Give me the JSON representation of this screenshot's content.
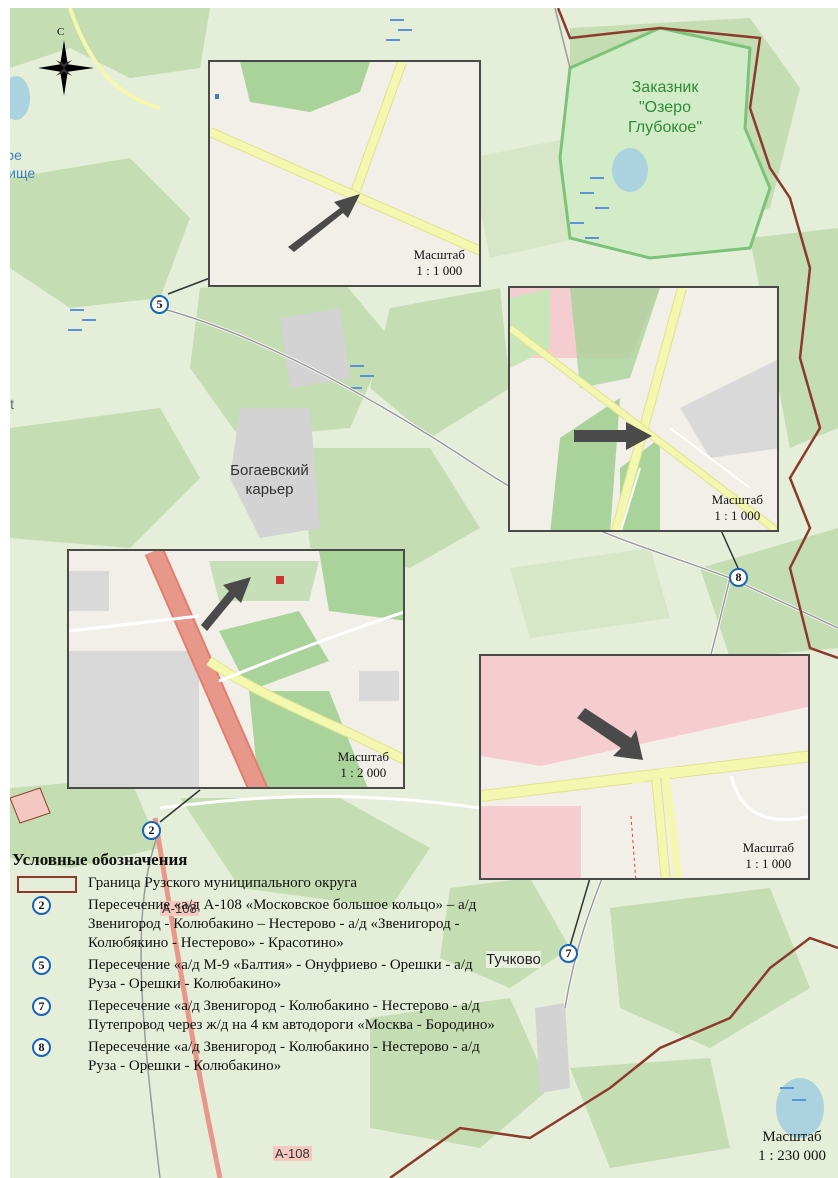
{
  "map": {
    "compass_letter": "С",
    "labels": {
      "zakaznik": [
        "Заказник",
        "\"Озеро",
        "Глубокое\""
      ],
      "lake_partial": [
        "кое",
        "лище"
      ],
      "district_partial": "ict",
      "quarry": [
        "Богаевский",
        "карьер"
      ],
      "town": "Тучково",
      "road_a108_top": "А-108",
      "road_a108_bottom": "А-108"
    },
    "main_scale": {
      "label": "Масштаб",
      "value": "1 : 230 000"
    },
    "markers": [
      {
        "num": "5"
      },
      {
        "num": "8"
      },
      {
        "num": "2"
      },
      {
        "num": "7"
      }
    ]
  },
  "insets": [
    {
      "id": "5",
      "scale_label": "Масштаб",
      "scale_value": "1 : 1 000"
    },
    {
      "id": "8",
      "scale_label": "Масштаб",
      "scale_value": "1 : 1 000"
    },
    {
      "id": "2",
      "scale_label": "Масштаб",
      "scale_value": "1 : 2 000"
    },
    {
      "id": "7",
      "scale_label": "Масштаб",
      "scale_value": "1 : 1 000"
    }
  ],
  "legend": {
    "title": "Условные обозначения",
    "items": [
      {
        "symbol": "boundary",
        "text": "Граница Рузского муниципального округа"
      },
      {
        "symbol": "2",
        "text": "Пересечение «а/д А-108 «Московское большое кольцо» – а/д Звенигород - Колюбакино – Нестерово - а/д «Звенигород - Колюбякино - Нестерово» - Красотино»"
      },
      {
        "symbol": "5",
        "text": "Пересечение «а/д М-9 «Балтия» - Онуфриево - Орешки - а/д Руза - Орешки - Колюбакино»"
      },
      {
        "symbol": "7",
        "text": "Пересечение «а/д Звенигород - Колюбакино - Нестерово - а/д Путепровод через ж/д на 4 км автодороги «Москва - Бородино»"
      },
      {
        "symbol": "8",
        "text": "Пересечение «а/д Звенигород - Колюбакино - Нестерово - а/д Руза - Орешки - Колюбакино»"
      }
    ]
  },
  "colors": {
    "forest": "#c9dfb6",
    "field": "#ecf2e2",
    "road_yellow": "#f3f7b0",
    "road_pink": "#e8988a",
    "marker_blue": "#1b63b5",
    "boundary": "#8b3a2e",
    "reserve_green": "#7cc27a"
  }
}
